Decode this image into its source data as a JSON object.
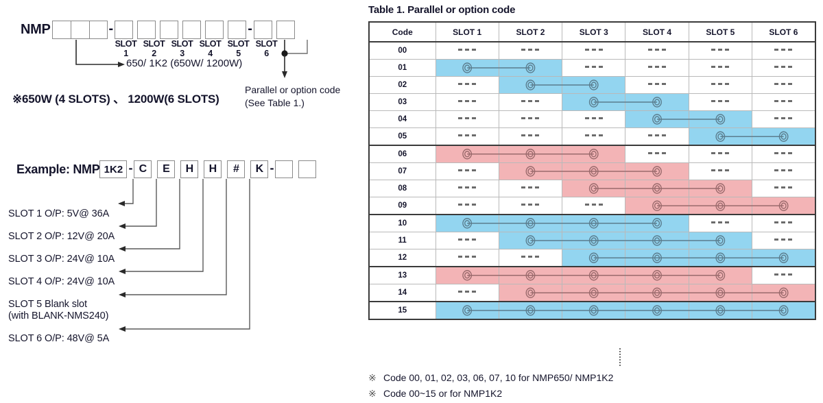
{
  "model_diagram": {
    "prefix": "NMP",
    "series_boxes": 3,
    "slot_boxes": 6,
    "option_boxes": 2,
    "separator": "-",
    "slot_labels": [
      "SLOT 1",
      "SLOT 2",
      "SLOT 3",
      "SLOT 4",
      "SLOT 5",
      "SLOT 6"
    ],
    "series_callout": "650/ 1K2 (650W/ 1200W)",
    "power_note": "※650W (4 SLOTS) 、 1200W(6 SLOTS)",
    "option_callout_line1": "Parallel or option code",
    "option_callout_line2": "(See Table 1.)"
  },
  "example": {
    "label": "Example: NMP",
    "boxes": [
      "1K2",
      "C",
      "E",
      "H",
      "H",
      "#",
      "K"
    ],
    "separator": "-",
    "trailing_empty_boxes": 2,
    "slot_descriptions": [
      "SLOT 1  O/P: 5V@ 36A",
      "SLOT 2  O/P: 12V@ 20A",
      "SLOT 3  O/P: 24V@ 10A",
      "SLOT 4  O/P: 24V@ 10A",
      "SLOT 5  Blank slot",
      "(with BLANK-NMS240)",
      "SLOT 6  O/P: 48V@ 5A"
    ]
  },
  "table": {
    "title": "Table 1. Parallel or option code",
    "headers": [
      "Code",
      "SLOT 1",
      "SLOT 2",
      "SLOT 3",
      "SLOT 4",
      "SLOT 5",
      "SLOT 6"
    ],
    "empty_marker": "-----",
    "colors": {
      "blue": "#93d5f0",
      "pink": "#f3b4b6",
      "border": "#3a3a3a"
    },
    "rows": [
      {
        "code": "00",
        "color": "none",
        "start": 0,
        "end": 0,
        "group_end": false
      },
      {
        "code": "01",
        "color": "blue",
        "start": 1,
        "end": 2,
        "group_end": false
      },
      {
        "code": "02",
        "color": "blue",
        "start": 2,
        "end": 3,
        "group_end": false
      },
      {
        "code": "03",
        "color": "blue",
        "start": 3,
        "end": 4,
        "group_end": false
      },
      {
        "code": "04",
        "color": "blue",
        "start": 4,
        "end": 5,
        "group_end": false
      },
      {
        "code": "05",
        "color": "blue",
        "start": 5,
        "end": 6,
        "group_end": true
      },
      {
        "code": "06",
        "color": "pink",
        "start": 1,
        "end": 3,
        "group_end": false
      },
      {
        "code": "07",
        "color": "pink",
        "start": 2,
        "end": 4,
        "group_end": false
      },
      {
        "code": "08",
        "color": "pink",
        "start": 3,
        "end": 5,
        "group_end": false
      },
      {
        "code": "09",
        "color": "pink",
        "start": 4,
        "end": 6,
        "group_end": true
      },
      {
        "code": "10",
        "color": "blue",
        "start": 1,
        "end": 4,
        "group_end": false
      },
      {
        "code": "11",
        "color": "blue",
        "start": 2,
        "end": 5,
        "group_end": false
      },
      {
        "code": "12",
        "color": "blue",
        "start": 3,
        "end": 6,
        "group_end": true
      },
      {
        "code": "13",
        "color": "pink",
        "start": 1,
        "end": 5,
        "group_end": false
      },
      {
        "code": "14",
        "color": "pink",
        "start": 2,
        "end": 6,
        "group_end": true
      },
      {
        "code": "15",
        "color": "blue",
        "start": 1,
        "end": 6,
        "group_end": true
      }
    ],
    "footnotes": [
      {
        "mark": "※",
        "text": "Code 00, 01, 02, 03, 06, 07, 10 for NMP650/ NMP1K2"
      },
      {
        "mark": "※",
        "text": "Code 00~15 or for NMP1K2"
      }
    ]
  }
}
